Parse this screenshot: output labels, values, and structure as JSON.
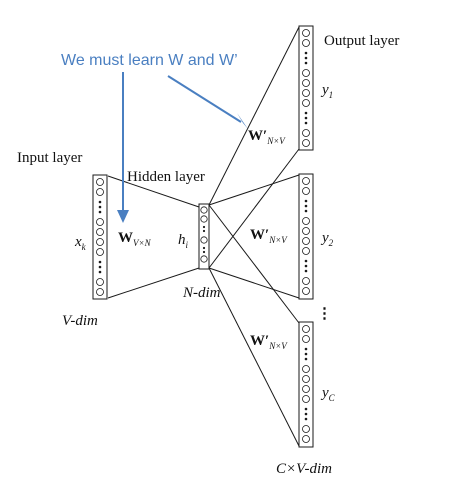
{
  "annotation": {
    "text": "We must learn W and W’",
    "color": "#4a7fc1"
  },
  "labels": {
    "input_layer": "Input layer",
    "hidden_layer": "Hidden layer",
    "output_layer": "Output layer",
    "input_dim": "V-dim",
    "hidden_dim": "N-dim",
    "output_dim": "C×V-dim",
    "input_node": "x",
    "input_node_sub": "k",
    "hidden_node": "h",
    "hidden_node_sub": "i",
    "ellipsis": "⋮"
  },
  "weights": {
    "input": {
      "symbol": "W",
      "sub": "V×N"
    },
    "output": {
      "symbol": "W′",
      "sub": "N×V"
    }
  },
  "outputs": [
    {
      "symbol": "y",
      "sub": "1"
    },
    {
      "symbol": "y",
      "sub": "2"
    },
    {
      "symbol": "y",
      "sub": "C"
    }
  ]
}
